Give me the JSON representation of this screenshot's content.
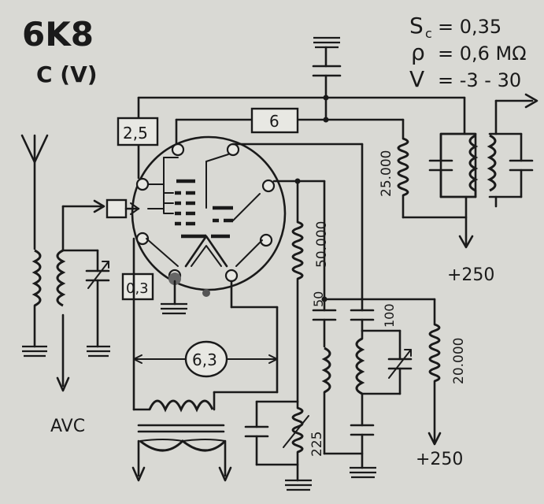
{
  "tube": {
    "name": "6K8",
    "base": "C (V)"
  },
  "specs": [
    {
      "symbol": "S",
      "sub": "c",
      "value": "= 0,35"
    },
    {
      "symbol": "ρ",
      "sub": "",
      "value": "= 0,6 MΩ"
    },
    {
      "symbol": "V",
      "sub": "",
      "value": "= -3 - 30"
    }
  ],
  "voltage_boxes": {
    "g_screen": "2,5",
    "anode": "6",
    "osc": "0,3"
  },
  "heater_voltage": "6,3",
  "resistors": {
    "anode_load": "25.000",
    "osc_grid": "50.000",
    "osc_anode": "20.000",
    "cathode": "225"
  },
  "capacitors": {
    "grid_cap": "50",
    "tuning_cap": "100"
  },
  "supply": {
    "mixer": "+250",
    "oscillator": "+250"
  },
  "agc_label": "AVC"
}
